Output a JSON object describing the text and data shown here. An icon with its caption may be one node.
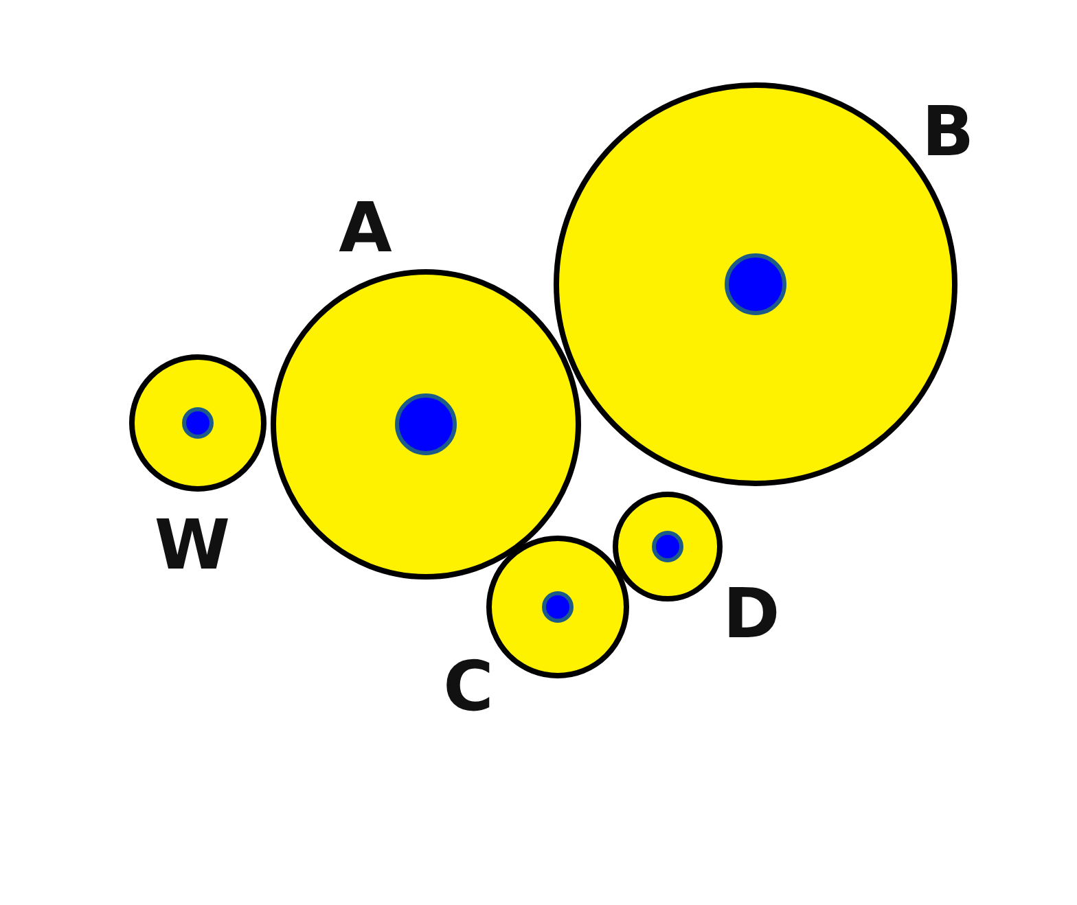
{
  "diagram": {
    "nodes": [
      {
        "text": [
          "A"
        ]
      },
      {
        "text": [
          "B"
        ]
      },
      {
        "text": [
          "W"
        ]
      },
      {
        "text": [
          "C"
        ]
      },
      {
        "text": [
          "D"
        ]
      }
    ]
  }
}
